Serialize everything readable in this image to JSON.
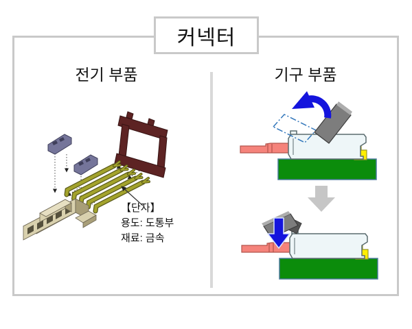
{
  "title": "커넥터",
  "panels": {
    "left": {
      "header": "전기 부품",
      "annotation": {
        "title": "【단자】",
        "usage": "용도: 도통부",
        "material": "재료: 금속"
      }
    },
    "right": {
      "header": "기구 부품"
    }
  },
  "colors": {
    "text_black": "#111111",
    "border_gray": "#c9c9c9",
    "divider_gray": "#d9d9d9",
    "housing_beige": "#d9d1ae",
    "housing_dark": "#a89e78",
    "housing_light": "#e6dfc2",
    "terminal_olive": "#a3a32c",
    "terminal_dark": "#5a5a1a",
    "frame_maroon": "#5d2323",
    "frame_dark": "#371313",
    "clip_lavender": "#75759a",
    "clip_dark": "#3f3f5a",
    "pcb_green": "#0b8c0b",
    "pcb_stroke": "#4a7a9b",
    "body_white": "#eef6f8",
    "body_stroke": "#5a6b6e",
    "fpc_salmon": "#f5837b",
    "fpc_stroke": "#b2544c",
    "lever_gray": "#7d7d7d",
    "lever_dark": "#555555",
    "arrow_blue": "#1414dd",
    "dash_blue": "#3377bb",
    "transition_gray": "#c6c6c6",
    "yellow": "#ffee00",
    "yellow_stroke": "#99992a"
  }
}
